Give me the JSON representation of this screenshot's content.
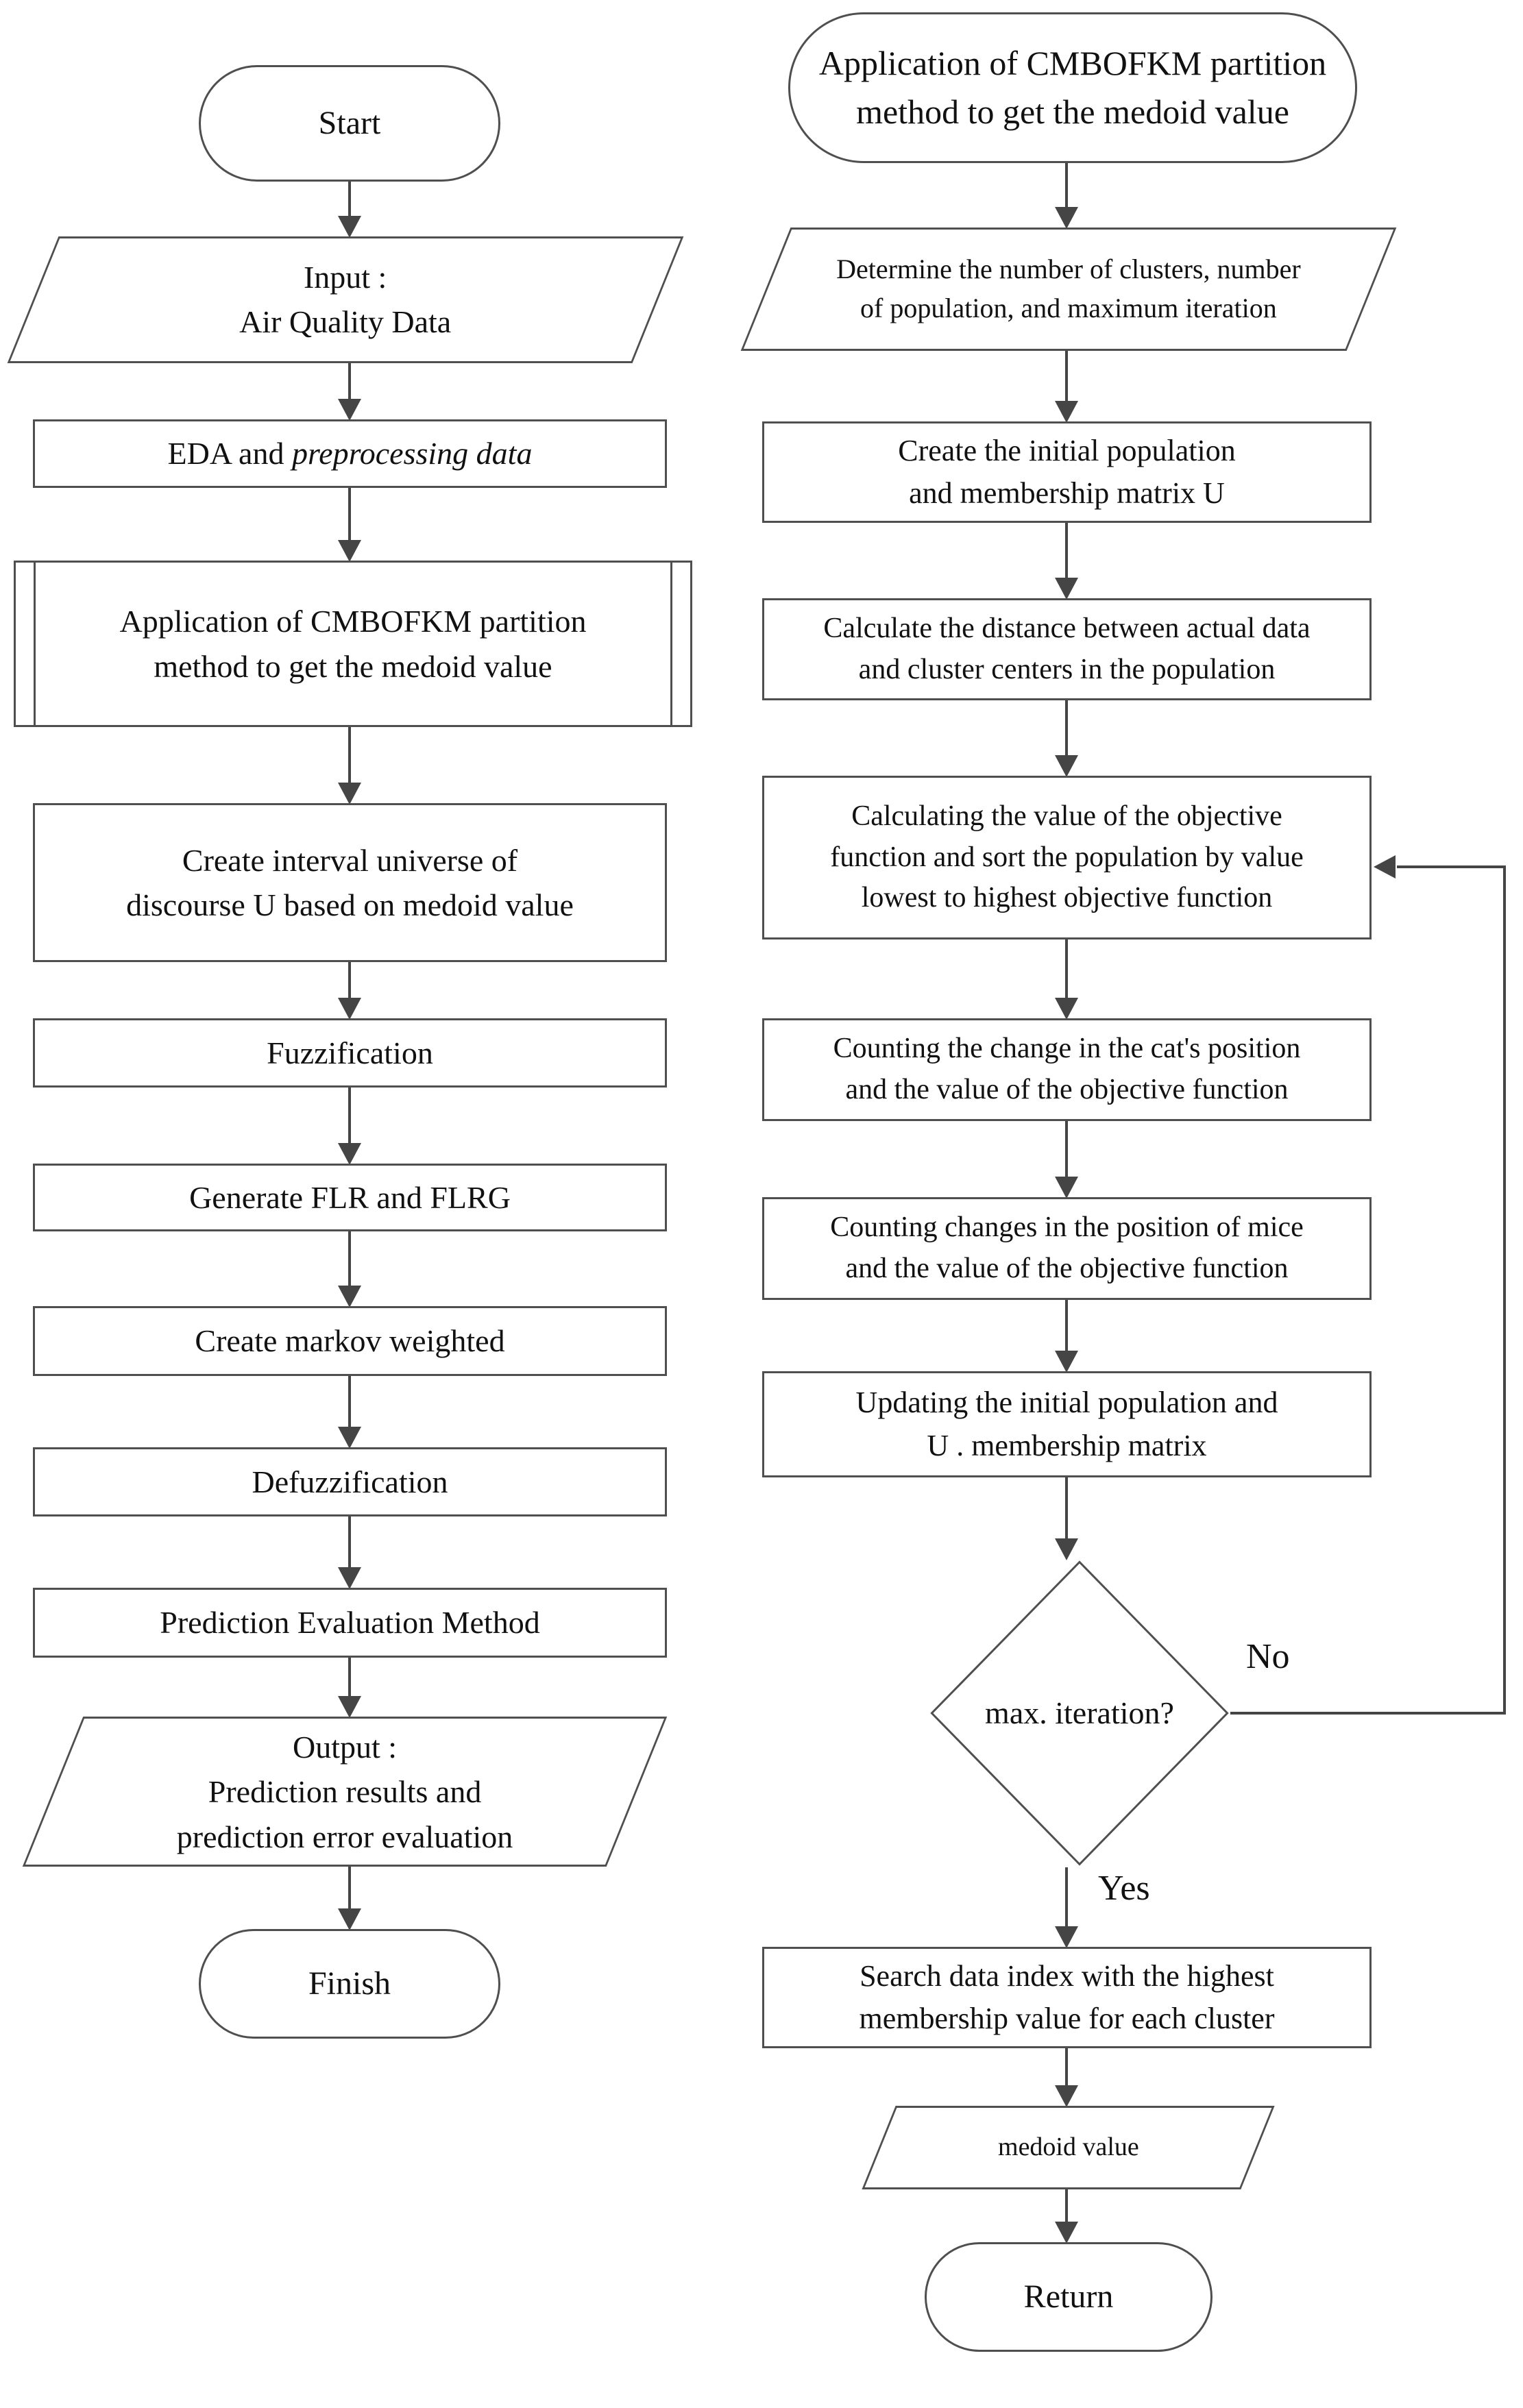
{
  "colors": {
    "background": "#ffffff",
    "line": "#4f4f4f",
    "arrow": "#454545",
    "text": "#111111"
  },
  "left": {
    "nodes": {
      "start": {
        "shape": "terminator",
        "label": "Start"
      },
      "input": {
        "shape": "data",
        "label": "Input :\nAir Quality Data"
      },
      "eda": {
        "shape": "process",
        "label_prefix": "EDA and ",
        "label_italic": "preprocessing data"
      },
      "cmbofkm": {
        "shape": "predefined-process",
        "label": "Application of CMBOFKM partition\nmethod to get the medoid value"
      },
      "interval": {
        "shape": "process",
        "label": "Create interval universe of\ndiscourse U based on medoid value"
      },
      "fuzzification": {
        "shape": "process",
        "label": "Fuzzification"
      },
      "flrg": {
        "shape": "process",
        "label": "Generate FLR and FLRG"
      },
      "markov": {
        "shape": "process",
        "label": "Create markov weighted"
      },
      "defuzzification": {
        "shape": "process",
        "label": "Defuzzification"
      },
      "evaluation": {
        "shape": "process",
        "label": "Prediction Evaluation Method"
      },
      "output": {
        "shape": "data",
        "label": "Output :\nPrediction results and\nprediction error evaluation"
      },
      "finish": {
        "shape": "terminator",
        "label": "Finish"
      }
    }
  },
  "right": {
    "nodes": {
      "subroutine_start": {
        "shape": "terminator",
        "label": "Application of CMBOFKM partition\nmethod to get the medoid value"
      },
      "determine": {
        "shape": "data",
        "label": "Determine the number of clusters, number\nof population, and maximum iteration"
      },
      "create_population": {
        "shape": "process",
        "label": "Create the initial population\nand membership matrix U"
      },
      "calc_distance": {
        "shape": "process",
        "label": "Calculate the distance between actual data\nand cluster centers in the population"
      },
      "calc_objective": {
        "shape": "process",
        "label": "Calculating the value of the objective\nfunction and sort the population by value\nlowest to highest objective function"
      },
      "cat_position": {
        "shape": "process",
        "label": "Counting the change in the cat's position\nand the value of the objective function"
      },
      "mice_position": {
        "shape": "process",
        "label": "Counting changes in the position of mice\nand the value of the objective function"
      },
      "updating": {
        "shape": "process",
        "label": "Updating the initial population and\nU . membership matrix"
      },
      "decision": {
        "shape": "decision",
        "label": "max. iteration?"
      },
      "search": {
        "shape": "process",
        "label": "Search data index with the highest\nmembership value for each cluster"
      },
      "medoid": {
        "shape": "data",
        "label": "medoid value"
      },
      "return": {
        "shape": "terminator",
        "label": "Return"
      }
    },
    "branches": {
      "no": "No",
      "yes": "Yes"
    }
  }
}
